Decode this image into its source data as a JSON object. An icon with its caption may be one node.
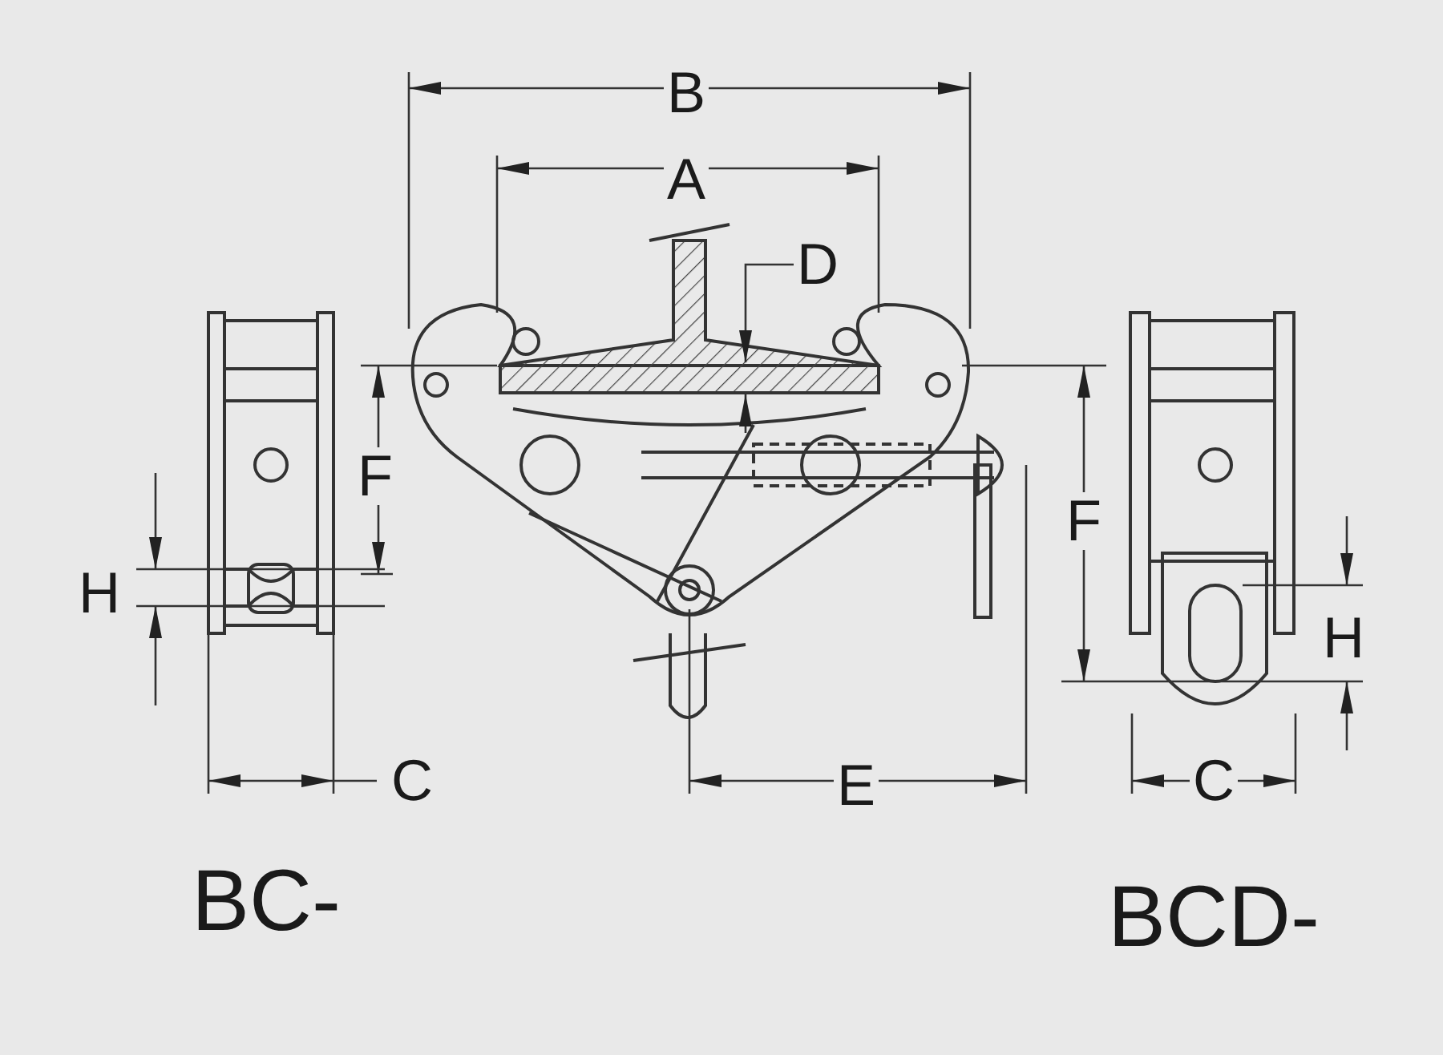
{
  "diagram": {
    "labels": [
      "B",
      "A",
      "D",
      "F",
      "F",
      "H",
      "H",
      "C",
      "E",
      "C",
      "BC-",
      "BCD-"
    ]
  }
}
